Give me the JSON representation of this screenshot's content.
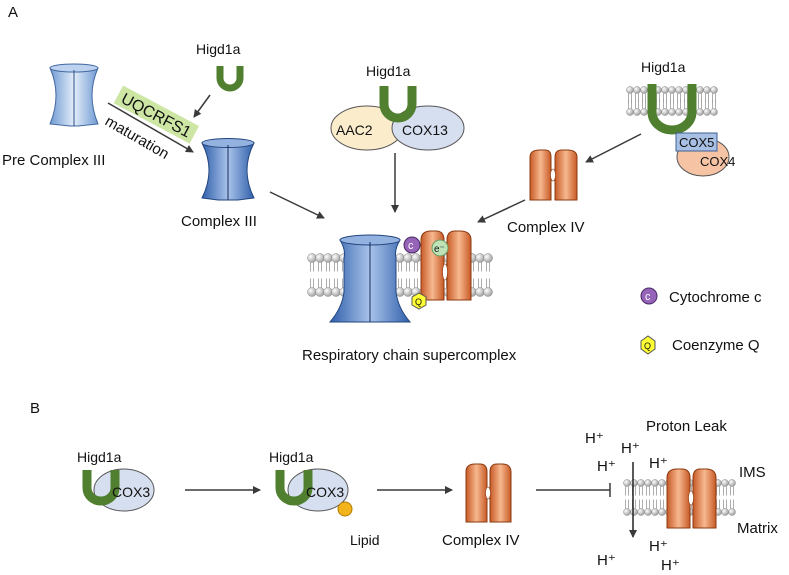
{
  "panel_a": {
    "panel_label": "A",
    "higd1a_label": "Higd1a",
    "pre_complex_iii": "Pre Complex III",
    "uqcrfs1_label": "UQCRFS1",
    "maturation_label": "maturation",
    "complex_iii": "Complex III",
    "aac2_label": "AAC2",
    "cox13_label": "COX13",
    "cox5_label": "COX5",
    "cox4_label": "COX4",
    "complex_iv": "Complex IV",
    "cyt_c_symbol": "c",
    "electron_symbol": "e⁻",
    "coq_symbol": "Q",
    "supercomplex_label": "Respiratory chain supercomplex",
    "legend": {
      "cytochrome_c": "Cytochrome c",
      "coenzyme_q": "Coenzyme Q"
    }
  },
  "panel_b": {
    "panel_label": "B",
    "higd1a_label": "Higd1a",
    "cox3_label": "COX3",
    "lipid_label": "Lipid",
    "complex_iv": "Complex IV",
    "proton_leak": "Proton Leak",
    "ims_label": "IMS",
    "matrix_label": "Matrix",
    "proton_symbol": "H⁺"
  },
  "colors": {
    "higd1a_green": "#4f7f2f",
    "complex_iii_blue": "#5b86c6",
    "complex_iv_orange": "#e1804e",
    "cox_grey_blue": "#d6dff0",
    "aac2_cream": "#fbeccb",
    "uqcrfs1_green": "#cde6a4",
    "cytochrome_c_purple": "#9563b8",
    "coenzyme_q_yellow": "#ffff33",
    "lipid_orange": "#f2b41a"
  }
}
